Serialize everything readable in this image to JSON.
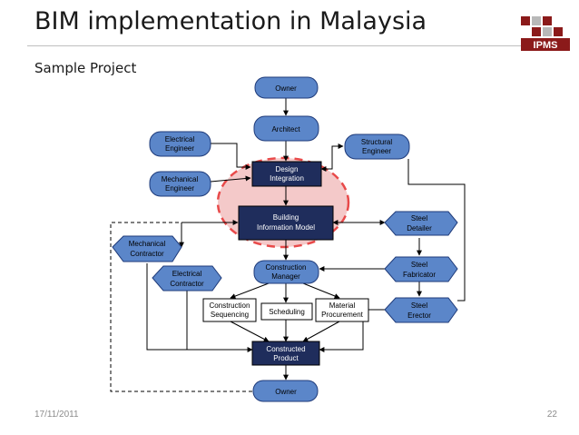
{
  "slide": {
    "title": "BIM implementation in Malaysia",
    "subtitle": "Sample Project",
    "date": "17/11/2011",
    "page_number": "22"
  },
  "logo": {
    "text": "IPMS",
    "colors": [
      "#8b1a1a",
      "#6b6b6b"
    ]
  },
  "colors": {
    "node_blue": "#5b86c9",
    "node_dark": "#1f2d5c",
    "highlight": "#e85a5a",
    "highlight_fill": "#f4c9c9"
  },
  "nodes": {
    "owner_top": [
      "Owner"
    ],
    "architect": [
      "Architect"
    ],
    "electrical_engineer": [
      "Electrical",
      "Engineer"
    ],
    "mechanical_engineer": [
      "Mechanical",
      "Engineer"
    ],
    "structural_engineer": [
      "Structural",
      "Engineer"
    ],
    "design_integration": [
      "Design",
      "Integration"
    ],
    "bim": [
      "Building",
      "Information Model"
    ],
    "steel_detailer": [
      "Steel",
      "Detailer"
    ],
    "mechanical_contractor": [
      "Mechanical",
      "Contractor"
    ],
    "electrical_contractor": [
      "Electrical",
      "Contractor"
    ],
    "construction_manager": [
      "Construction",
      "Manager"
    ],
    "steel_fabricator": [
      "Steel",
      "Fabricator"
    ],
    "construction_sequencing": [
      "Construction",
      "Sequencing"
    ],
    "scheduling": [
      "Scheduling"
    ],
    "material_procurement": [
      "Material",
      "Procurement"
    ],
    "steel_erector": [
      "Steel",
      "Erector"
    ],
    "constructed_product": [
      "Constructed",
      "Product"
    ],
    "owner_bottom": [
      "Owner"
    ]
  }
}
